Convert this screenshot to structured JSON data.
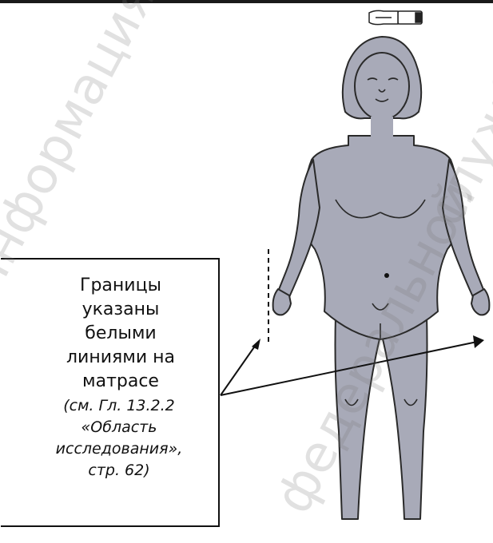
{
  "callout": {
    "main_lines": [
      "Границы",
      "указаны",
      "белыми",
      "линиями на",
      "матрасе"
    ],
    "ref_lines": [
      "(см. Гл. 13.2.2",
      "«Область",
      "исследования»,",
      "стр. 62)"
    ]
  },
  "watermark": {
    "text_1": "Информация получена",
    "text_2": "федеральной",
    "text_3": "службы"
  },
  "colors": {
    "body_fill": "#a8aab8",
    "outline": "#2a2a2a",
    "arrow": "#111111"
  },
  "icons": {
    "hand": "pointing-hand-icon"
  }
}
